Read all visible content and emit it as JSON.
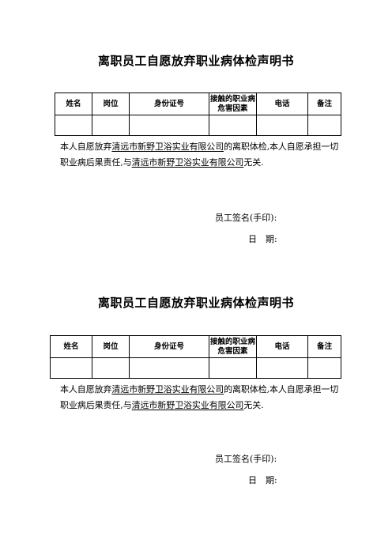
{
  "declarations": [
    {
      "title": "离职员工自愿放弃职业病体检声明书",
      "table_headers": [
        "姓名",
        "岗位",
        "身份证号",
        "接触的职业病危害因素",
        "电话",
        "备注"
      ],
      "table_rows": [
        [
          "",
          "",
          "",
          "",
          "",
          ""
        ]
      ],
      "statement": {
        "part1": "本人自愿放弃",
        "company1": "清远市新野卫浴实业有限公司",
        "part2": "的离职体检,本人自愿承担一切职业病后果责任,与",
        "company2": "清远市新野卫浴实业有限公司",
        "part3": "无关."
      },
      "signature_label": "员工签名(手印):",
      "date_label": "日　期:"
    },
    {
      "title": "离职员工自愿放弃职业病体检声明书",
      "table_headers": [
        "姓名",
        "岗位",
        "身份证号",
        "接触的职业病危害因素",
        "电话",
        "备注"
      ],
      "table_rows": [
        [
          "",
          "",
          "",
          "",
          "",
          ""
        ]
      ],
      "statement": {
        "part1": "本人自愿放弃",
        "company1": "清远市新野卫浴实业有限公司",
        "part2": "的离职体检,本人自愿承担一切职业病后果责任,与",
        "company2": "清远市新野卫浴实业有限公司",
        "part3": "无关."
      },
      "signature_label": "员工签名(手印):",
      "date_label": "日　期:"
    }
  ]
}
